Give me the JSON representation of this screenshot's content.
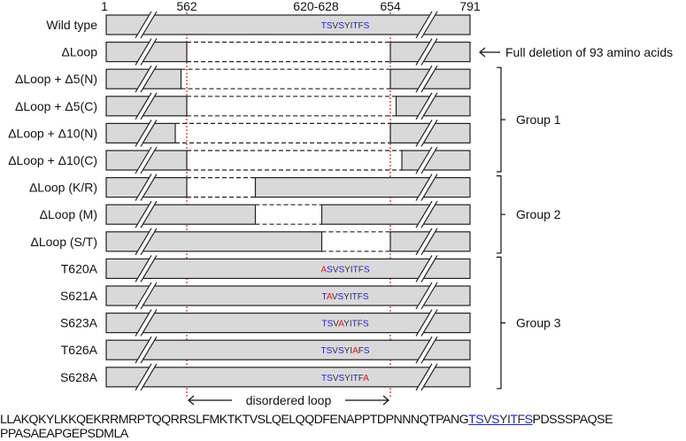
{
  "axis": {
    "ticks": [
      {
        "label": "1",
        "residue": 1
      },
      {
        "label": "562",
        "residue": 562
      },
      {
        "label": "620-628",
        "residue": 620
      },
      {
        "label": "654",
        "residue": 654
      },
      {
        "label": "791",
        "residue": 791
      }
    ]
  },
  "motif": {
    "letters": [
      "T",
      "S",
      "V",
      "S",
      "Y",
      "I",
      "T",
      "F",
      "S"
    ],
    "phospho_indices": [
      0,
      1,
      3,
      6,
      8
    ],
    "blue": "#1a1aff",
    "dark": "#333333",
    "mutation_color": "#ee1111"
  },
  "rows": [
    {
      "label": "Wild type",
      "deleted": [],
      "show_motif": true,
      "mutated_index": null
    },
    {
      "label": "ΔLoop",
      "deleted": [
        [
          562,
          654
        ]
      ],
      "show_motif": false,
      "mutated_index": null
    },
    {
      "label": "ΔLoop + Δ5(N)",
      "deleted": [
        [
          557,
          654
        ]
      ],
      "show_motif": false,
      "mutated_index": null
    },
    {
      "label": "ΔLoop + Δ5(C)",
      "deleted": [
        [
          562,
          659
        ]
      ],
      "show_motif": false,
      "mutated_index": null
    },
    {
      "label": "ΔLoop + Δ10(N)",
      "deleted": [
        [
          552,
          654
        ]
      ],
      "show_motif": false,
      "mutated_index": null
    },
    {
      "label": "ΔLoop + Δ10(C)",
      "deleted": [
        [
          562,
          664
        ]
      ],
      "show_motif": false,
      "mutated_index": null
    },
    {
      "label": "ΔLoop (K/R)",
      "deleted": [
        [
          562,
          593
        ]
      ],
      "show_motif": false,
      "mutated_index": null
    },
    {
      "label": "ΔLoop (M)",
      "deleted": [
        [
          593,
          623
        ]
      ],
      "show_motif": false,
      "mutated_index": null
    },
    {
      "label": "ΔLoop (S/T)",
      "deleted": [
        [
          623,
          654
        ]
      ],
      "show_motif": false,
      "mutated_index": null
    },
    {
      "label": "T620A",
      "deleted": [],
      "show_motif": true,
      "mutated_index": 0
    },
    {
      "label": "S621A",
      "deleted": [],
      "show_motif": true,
      "mutated_index": 1
    },
    {
      "label": "S623A",
      "deleted": [],
      "show_motif": true,
      "mutated_index": 3
    },
    {
      "label": "T626A",
      "deleted": [],
      "show_motif": true,
      "mutated_index": 6
    },
    {
      "label": "S628A",
      "deleted": [],
      "show_motif": true,
      "mutated_index": 8
    }
  ],
  "annotations": {
    "full_deletion": "Full deletion of 93 amino acids",
    "groups": [
      {
        "label": "Group 1",
        "first_row": 2,
        "last_row": 5
      },
      {
        "label": "Group 2",
        "first_row": 6,
        "last_row": 8
      },
      {
        "label": "Group 3",
        "first_row": 9,
        "last_row": 13
      }
    ],
    "disordered_loop": "disordered loop"
  },
  "sequence": {
    "line1_before": "LLAKQKYLKKQEKRRMRPTQQRRSLFMKTKTVSLQELQQDFENAPPTDPNNNQTPANG",
    "line1_motif": "TSVSYITFS",
    "line1_after": "PDSSSPAQSE",
    "line2": "PPASAEAPGEPSDMLA"
  }
}
